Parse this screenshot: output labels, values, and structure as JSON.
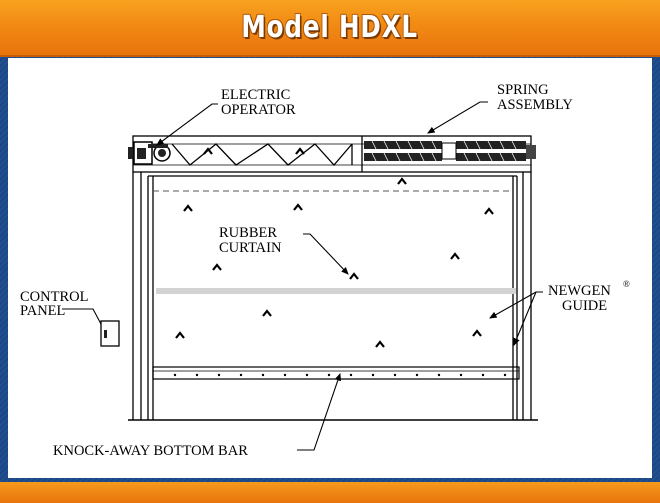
{
  "header": {
    "title": "Model HDXL"
  },
  "colors": {
    "accent": "#f28a14",
    "background": "#1f4f91",
    "panel": "#ffffff",
    "line": "#000000"
  },
  "labels": {
    "electric_operator": [
      "ELECTRIC",
      "OPERATOR"
    ],
    "spring_assembly": [
      "SPRING",
      "ASSEMBLY"
    ],
    "rubber_curtain": [
      "RUBBER",
      "CURTAIN"
    ],
    "control_panel": [
      "CONTROL",
      "PANEL"
    ],
    "newgen_guide": [
      "NEWGEN",
      "GUIDE"
    ],
    "newgen_mark": "®",
    "bottom_bar": "KNOCK-AWAY BOTTOM BAR"
  }
}
